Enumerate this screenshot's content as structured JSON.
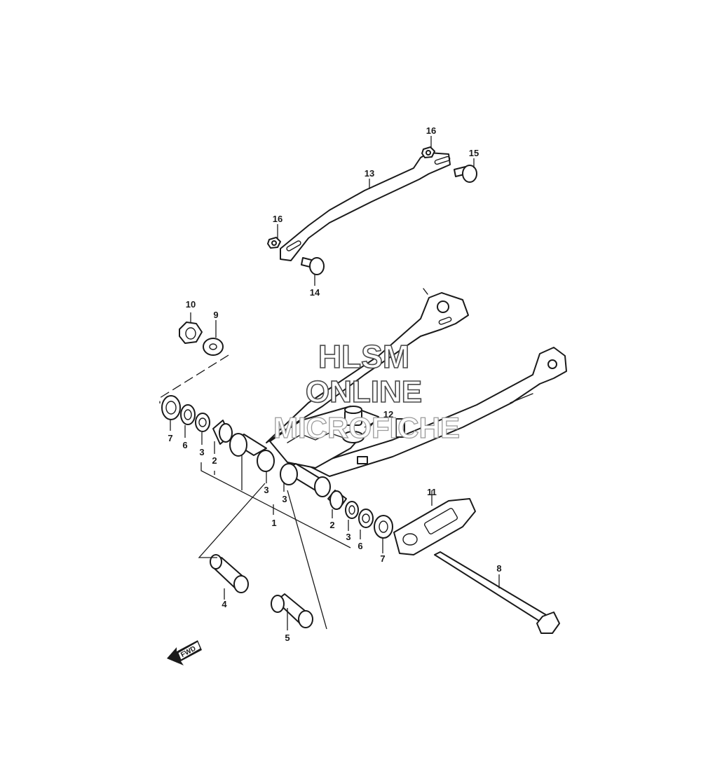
{
  "watermark": {
    "line1": "HLSM",
    "line2": "ONLINE",
    "line3": "MICROFICHE"
  },
  "fwd_label": "FWD",
  "callouts": {
    "c1": "1",
    "c2a": "2",
    "c2b": "2",
    "c3a": "3",
    "c3b": "3",
    "c3c": "3",
    "c3d": "3",
    "c4": "4",
    "c5": "5",
    "c6a": "6",
    "c6b": "6",
    "c7a": "7",
    "c7b": "7",
    "c8": "8",
    "c9": "9",
    "c10": "10",
    "c11": "11",
    "c12": "12",
    "c13": "13",
    "c14": "14",
    "c15": "15",
    "c16a": "16",
    "c16b": "16"
  }
}
